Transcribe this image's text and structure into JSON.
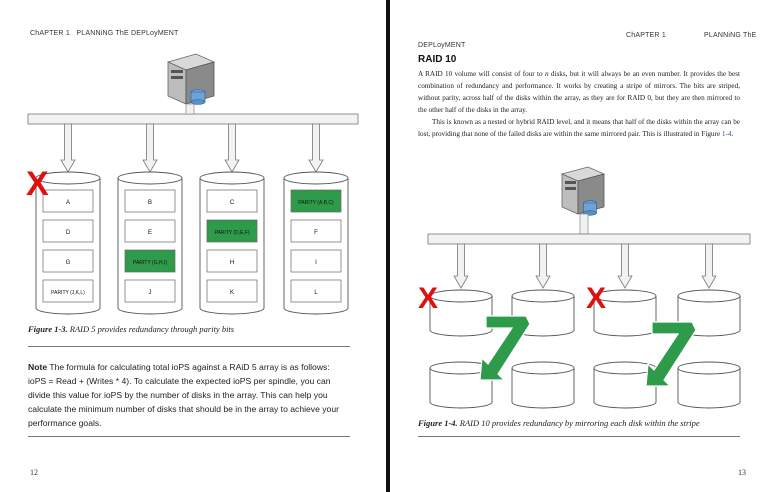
{
  "left": {
    "header": {
      "chapter": "ChAPTER 1",
      "title": "PLANNiNG ThE DEPLoyMENT"
    },
    "figure": {
      "failed_mark": "X",
      "disks": [
        {
          "cells": [
            "A",
            "D",
            "G",
            "PARITY (J,K,L)"
          ],
          "parity_index": -1
        },
        {
          "cells": [
            "B",
            "E",
            "PARITY (G,H,I)",
            "J"
          ],
          "parity_index": 2
        },
        {
          "cells": [
            "C",
            "PARITY (D,E,F)",
            "H",
            "K"
          ],
          "parity_index": 1
        },
        {
          "cells": [
            "PARITY (A,B,C)",
            "F",
            "I",
            "L"
          ],
          "parity_index": 0
        }
      ]
    },
    "caption": {
      "label": "Figure 1-3.",
      "text": "RAID 5 provides redundancy through parity bits"
    },
    "note": {
      "label": "Note",
      "text": "The formula for calculating total ioPS against a RAiD 5 array is as follows: ioPS = Read + (Writes * 4). To calculate the expected ioPS per spindle, you can divide this value for ioPS by the number of disks in the array. This can help you calculate the minimum number of disks that should be in the array to achieve your performance goals."
    },
    "page_number": "12"
  },
  "right": {
    "header": {
      "chapter": "ChAPTER 1",
      "title_a": "PLANNiNG ThE",
      "title_b": "DEPLoyMENT"
    },
    "heading": "RAID 10",
    "para1": {
      "a": "A RAID 10 volume will consist of four to ",
      "n": "n",
      "b": " disks, but it will always be an even number. It provides the best combination of redundancy and performance. It works by creating a stripe of mirrors. The bits are striped, without parity, across half of the disks within the array, as they are for RAID 0, but they are then mirrored to the other half of the disks in the array."
    },
    "para2": {
      "text": "This is known as a nested or hybrid RAID level, and it means that half of the disks within the array can be lost, providing that none of the failed disks are within the same mirrored pair. This is illustrated in Figure ",
      "link": "1-4",
      "end": "."
    },
    "figure": {
      "failed_mark": "X"
    },
    "caption": {
      "label": "Figure 1-4.",
      "text": "RAID 10 provides redundancy by mirroring each disk within the stripe"
    },
    "page_number": "13"
  },
  "colors": {
    "parity_green": "#2e9b4a",
    "failed_red": "#e01010",
    "arrow_fill": "#f2f2f2",
    "divider": "#111111"
  }
}
